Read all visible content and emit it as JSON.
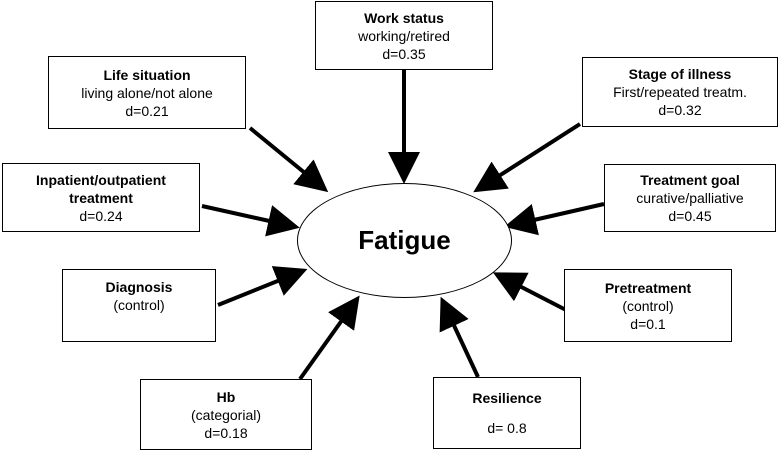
{
  "center": {
    "label": "Fatigue"
  },
  "factors": {
    "work_status": {
      "title": "Work status",
      "line2": "working/retired",
      "line3": "d=0.35"
    },
    "life_situation": {
      "title": "Life situation",
      "line2": "living alone/not alone",
      "line3": "d=0.21"
    },
    "stage_of_illness": {
      "title": "Stage of illness",
      "line2": "First/repeated treatm.",
      "line3": "d=0.32"
    },
    "inpatient_outpatient": {
      "title": "Inpatient/outpatient",
      "line2": "treatment",
      "line3": "d=0.24"
    },
    "treatment_goal": {
      "title": "Treatment goal",
      "line2": "curative/palliative",
      "line3": "d=0.45"
    },
    "diagnosis": {
      "title": "Diagnosis",
      "line2": "(control)",
      "line3": ""
    },
    "pretreatment": {
      "title": "Pretreatment",
      "line2": "(control)",
      "line3": "d=0.1"
    },
    "hb": {
      "title": "Hb",
      "line2": "(categorial)",
      "line3": "d=0.18"
    },
    "resilience": {
      "title": "Resilience",
      "line2": "",
      "line3": "d= 0.8"
    }
  },
  "colors": {
    "stroke": "#000000",
    "background": "#ffffff"
  }
}
